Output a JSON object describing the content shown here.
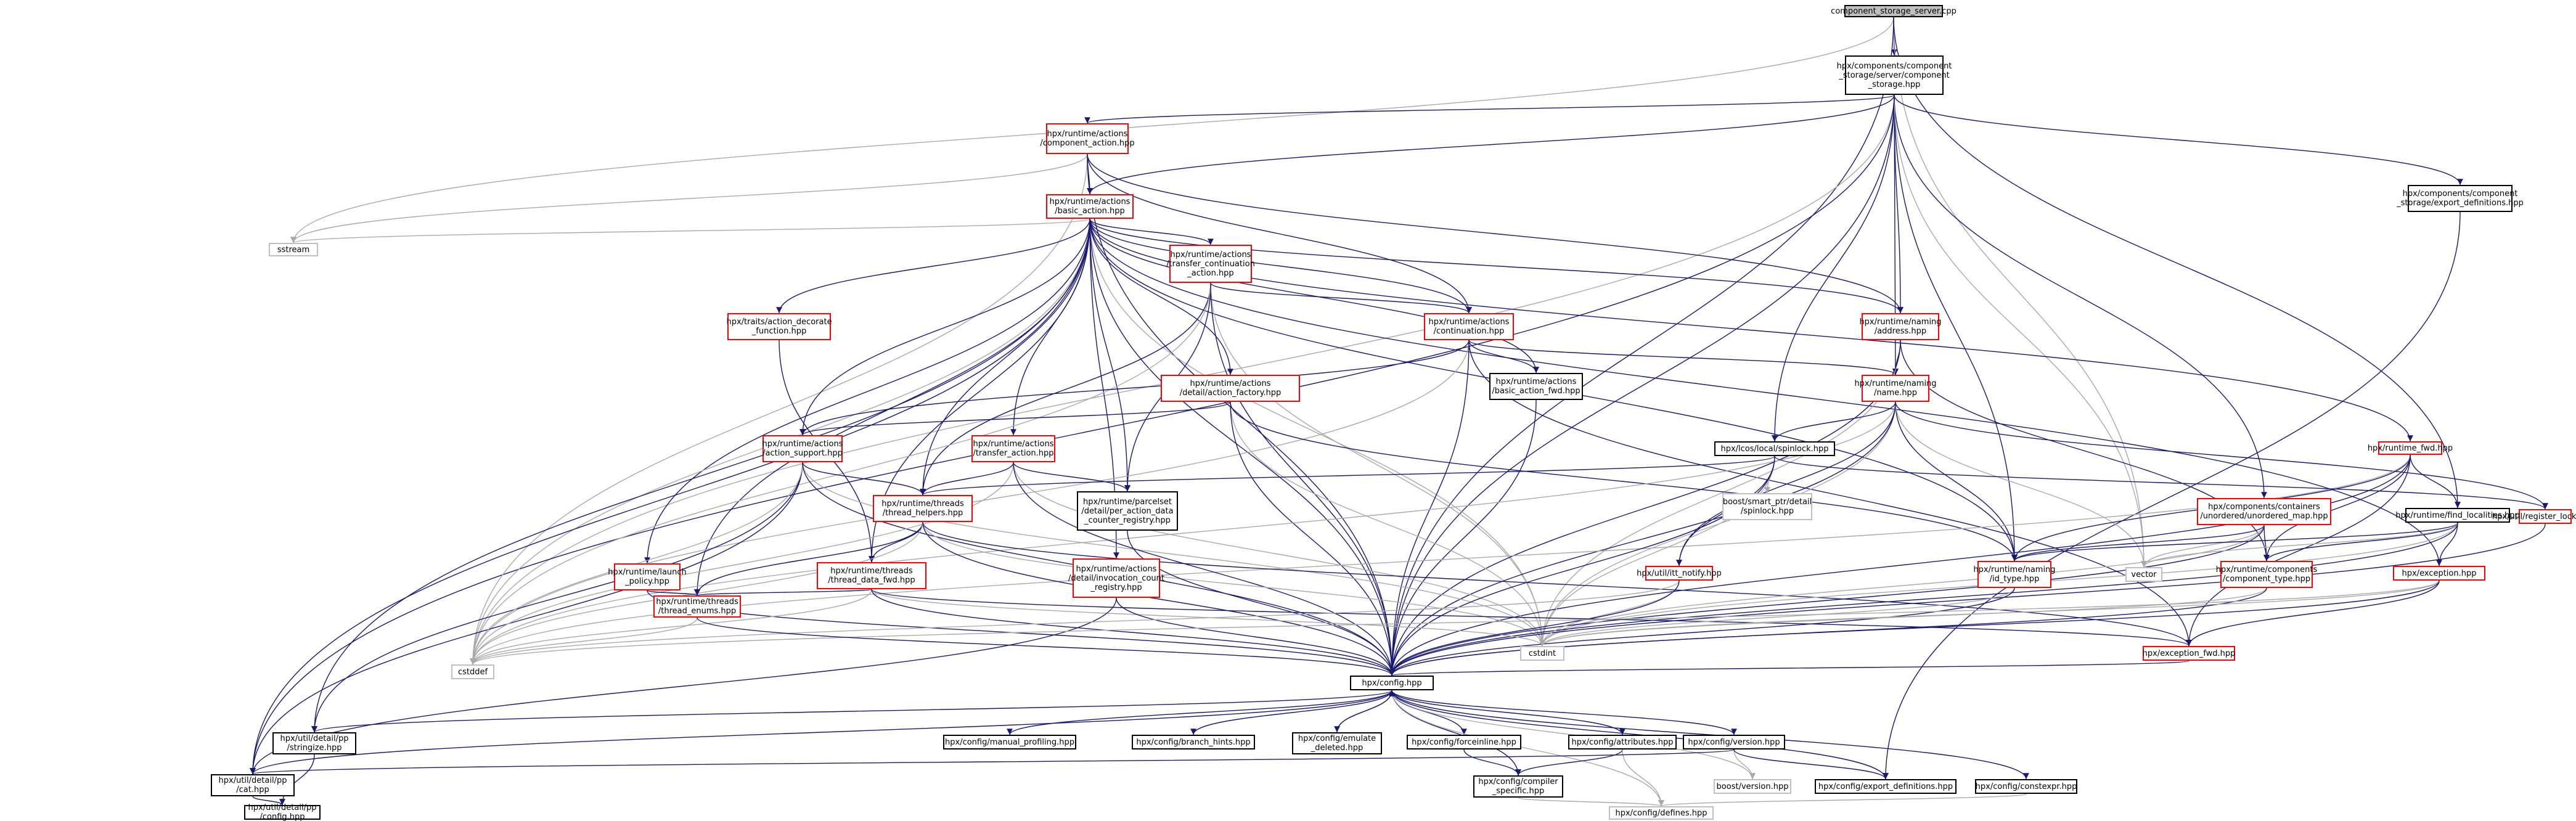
{
  "colors": {
    "edge_main": "#191970",
    "edge_grey": "#a9a9a9",
    "node_red": "#ff0000",
    "node_grey": "#bfbfbf",
    "root_fill": "#bfbfbf"
  },
  "nodes": {
    "root": "component_storage_server.cpp",
    "component_storage_hpp": "hpx/components/component\n_storage/server/component\n_storage.hpp",
    "component_action_hpp": "hpx/runtime/actions\n/component_action.hpp",
    "basic_action_hpp": "hpx/runtime/actions\n/basic_action.hpp",
    "sstream": "sstream",
    "transfer_continuation_action_hpp": "hpx/runtime/actions\n/transfer_continuation\n_action.hpp",
    "action_decorate_function_hpp": "hpx/traits/action_decorate\n_function.hpp",
    "continuation_hpp": "hpx/runtime/actions\n/continuation.hpp",
    "address_hpp": "hpx/runtime/naming\n/address.hpp",
    "export_definitions_component_hpp": "hpx/components/component\n_storage/export_definitions.hpp",
    "basic_action_fwd_hpp": "hpx/runtime/actions\n/basic_action_fwd.hpp",
    "action_factory_hpp": "hpx/runtime/actions\n/detail/action_factory.hpp",
    "name_hpp": "hpx/runtime/naming\n/name.hpp",
    "runtime_fwd_hpp": "hpx/runtime_fwd.hpp",
    "action_support_hpp": "hpx/runtime/actions\n/action_support.hpp",
    "transfer_action_hpp": "hpx/runtime/actions\n/transfer_action.hpp",
    "spinlock_hpp": "hpx/lcos/local/spinlock.hpp",
    "thread_helpers_hpp": "hpx/runtime/threads\n/thread_helpers.hpp",
    "per_action_data_counter_registry_hpp": "hpx/runtime/parcelset\n/detail/per_action_data\n_counter_registry.hpp",
    "boost_spinlock_hpp": "boost/smart_ptr/detail\n/spinlock.hpp",
    "unordered_map_hpp": "hpx/components/containers\n/unordered/unordered_map.hpp",
    "find_localities_hpp": "hpx/runtime/find_localities.hpp",
    "register_locks_hpp": "hpx/util/register_locks.hpp",
    "launch_policy_hpp": "hpx/runtime/launch\n_policy.hpp",
    "thread_data_fwd_hpp": "hpx/runtime/threads\n/thread_data_fwd.hpp",
    "invocation_count_registry_hpp": "hpx/runtime/actions\n/detail/invocation_count\n_registry.hpp",
    "itt_notify_hpp": "hpx/util/itt_notify.hpp",
    "id_type_hpp": "hpx/runtime/naming\n/id_type.hpp",
    "vector": "vector",
    "component_type_hpp": "hpx/runtime/components\n/component_type.hpp",
    "exception_hpp": "hpx/exception.hpp",
    "thread_enums_hpp": "hpx/runtime/threads\n/thread_enums.hpp",
    "cstdint": "cstdint",
    "exception_fwd_hpp": "hpx/exception_fwd.hpp",
    "cstddef": "cstddef",
    "config_hpp": "hpx/config.hpp",
    "stringize_hpp": "hpx/util/detail/pp\n/stringize.hpp",
    "manual_profiling_hpp": "hpx/config/manual_profiling.hpp",
    "branch_hints_hpp": "hpx/config/branch_hints.hpp",
    "emulate_deleted_hpp": "hpx/config/emulate\n_deleted.hpp",
    "forceinline_hpp": "hpx/config/forceinline.hpp",
    "attributes_hpp": "hpx/config/attributes.hpp",
    "version_hpp": "hpx/config/version.hpp",
    "cat_hpp": "hpx/util/detail/pp\n/cat.hpp",
    "compiler_specific_hpp": "hpx/config/compiler\n_specific.hpp",
    "boost_version_hpp": "boost/version.hpp",
    "export_definitions_hpp": "hpx/config/export_definitions.hpp",
    "constexpr_hpp": "hpx/config/constexpr.hpp",
    "pp_config_hpp": "hpx/util/detail/pp\n/config.hpp",
    "defines_hpp": "hpx/config/defines.hpp"
  }
}
